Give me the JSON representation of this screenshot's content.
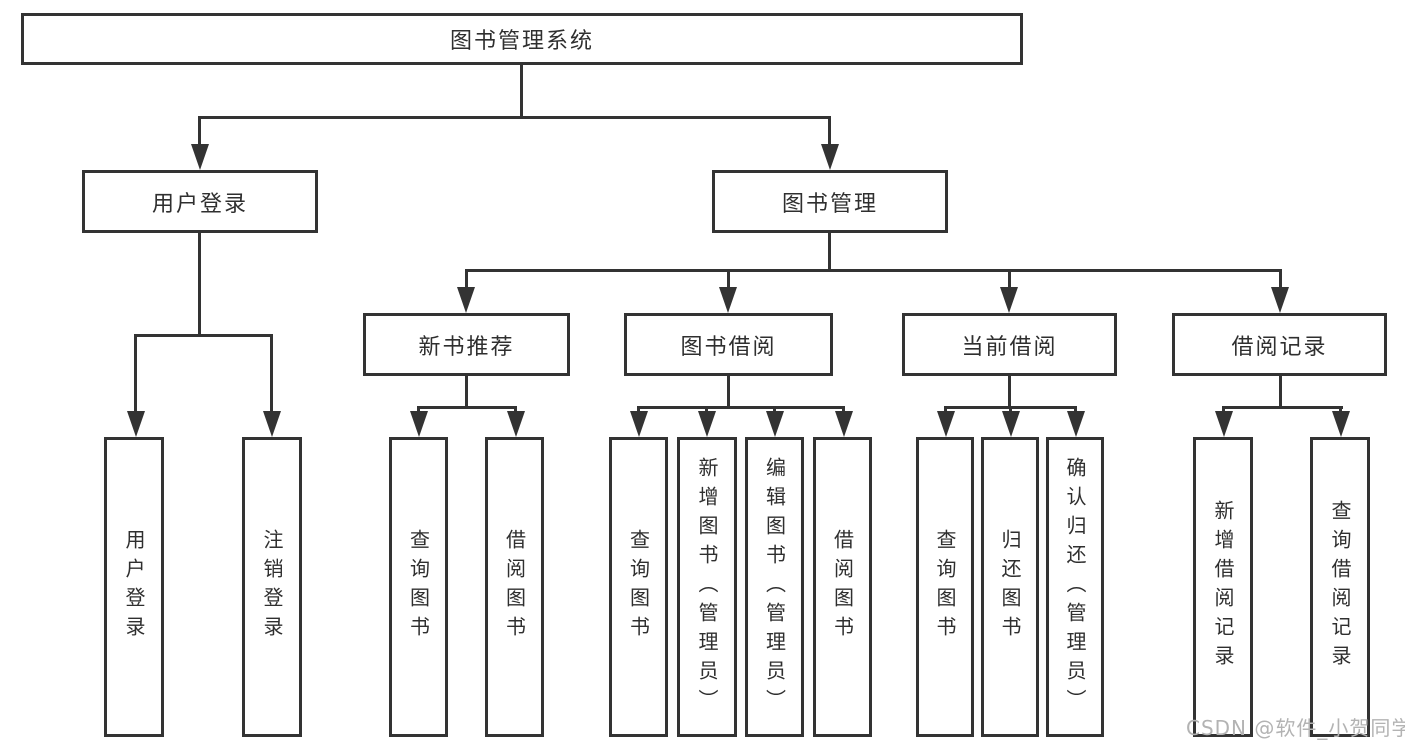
{
  "diagram": {
    "type": "hierarchy-tree",
    "root": {
      "label": "图书管理系统"
    },
    "level2": [
      {
        "label": "用户登录"
      },
      {
        "label": "图书管理"
      }
    ],
    "level3": [
      {
        "label": "新书推荐"
      },
      {
        "label": "图书借阅"
      },
      {
        "label": "当前借阅"
      },
      {
        "label": "借阅记录"
      }
    ],
    "leaves": {
      "user_login": [
        "用户登录",
        "注销登录"
      ],
      "new_books": [
        "查询图书",
        "借阅图书"
      ],
      "book_borrow": [
        "查询图书",
        "新增图书（管理员）",
        "编辑图书（管理员）",
        "借阅图书"
      ],
      "current_borrow": [
        "查询图书",
        "归还图书",
        "确认归还（管理员）"
      ],
      "borrow_records": [
        "新增借阅记录",
        "查询借阅记录"
      ]
    },
    "watermark": "CSDN @软件_小贺同学",
    "colors": {
      "line": "#333333",
      "text": "#2f2f2f",
      "watermark": "#b3b3b3",
      "background": "#ffffff"
    }
  }
}
